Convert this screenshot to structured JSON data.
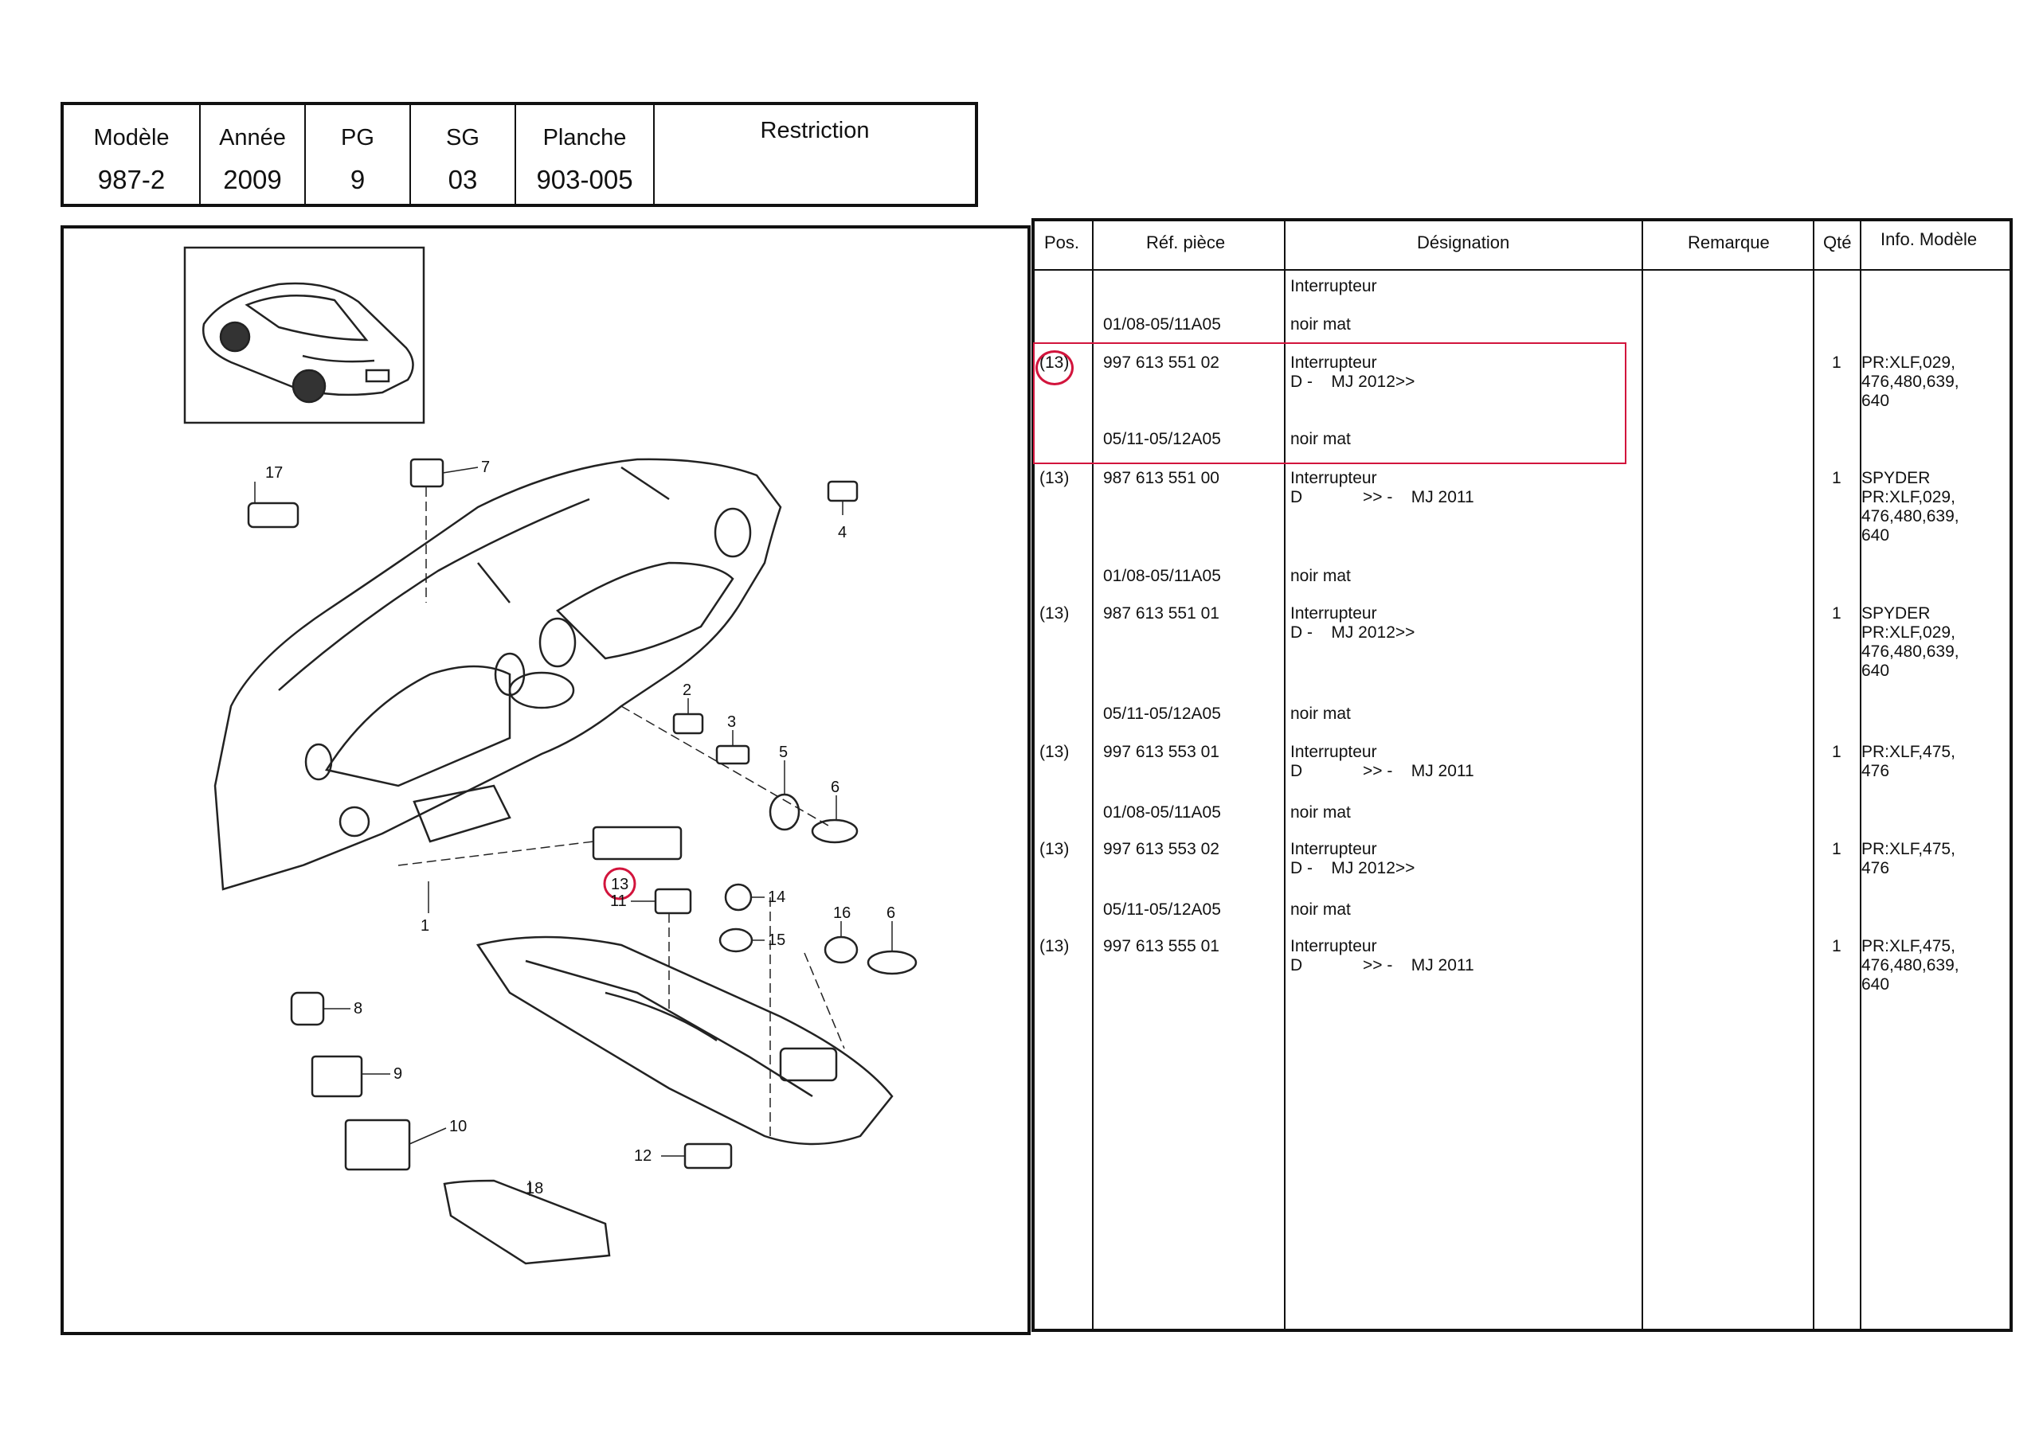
{
  "header": {
    "labels": [
      "Modèle",
      "Année",
      "PG",
      "SG",
      "Planche",
      "Restriction"
    ],
    "values": [
      "987-2",
      "2009",
      "9",
      "03",
      "903-005",
      ""
    ]
  },
  "columns": [
    "Pos.",
    "Réf. pièce",
    "Désignation",
    "Remarque",
    "Qté",
    "Info. Modèle"
  ],
  "rows": [
    {
      "pos": "",
      "ref": "",
      "des": "Interrupteur",
      "qty": "",
      "info": ""
    },
    {
      "pos": "",
      "ref": "01/08-05/11A05",
      "des": "noir mat",
      "qty": "",
      "info": ""
    },
    {
      "pos": "(13)",
      "ref": "997 613 551 02",
      "des": "Interrupteur\nD -    MJ 2012>>",
      "qty": "1",
      "info": "PR:XLF,029,\n476,480,639,\n640"
    },
    {
      "pos": "",
      "ref": "05/11-05/12A05",
      "des": "noir mat",
      "qty": "",
      "info": ""
    },
    {
      "pos": "(13)",
      "ref": "987 613 551 00",
      "des": "Interrupteur\nD             >> -    MJ 2011",
      "qty": "1",
      "info": "SPYDER\nPR:XLF,029,\n476,480,639,\n640"
    },
    {
      "pos": "",
      "ref": "01/08-05/11A05",
      "des": "noir mat",
      "qty": "",
      "info": ""
    },
    {
      "pos": "(13)",
      "ref": "987 613 551 01",
      "des": "Interrupteur\nD -    MJ 2012>>",
      "qty": "1",
      "info": "SPYDER\nPR:XLF,029,\n476,480,639,\n640"
    },
    {
      "pos": "",
      "ref": "05/11-05/12A05",
      "des": "noir mat",
      "qty": "",
      "info": ""
    },
    {
      "pos": "(13)",
      "ref": "997 613 553 01",
      "des": "Interrupteur\nD             >> -    MJ 2011",
      "qty": "1",
      "info": "PR:XLF,475,\n476"
    },
    {
      "pos": "",
      "ref": "01/08-05/11A05",
      "des": "noir mat",
      "qty": "",
      "info": ""
    },
    {
      "pos": "(13)",
      "ref": "997 613 553 02",
      "des": "Interrupteur\nD -    MJ 2012>>",
      "qty": "1",
      "info": "PR:XLF,475,\n476"
    },
    {
      "pos": "",
      "ref": "05/11-05/12A05",
      "des": "noir mat",
      "qty": "",
      "info": ""
    },
    {
      "pos": "(13)",
      "ref": "997 613 555 01",
      "des": "Interrupteur\nD             >> -    MJ 2011",
      "qty": "1",
      "info": "PR:XLF,475,\n476,480,639,\n640"
    }
  ],
  "callouts": [
    "1",
    "2",
    "3",
    "4",
    "5",
    "6",
    "6",
    "7",
    "8",
    "9",
    "10",
    "11",
    "12",
    "13",
    "14",
    "15",
    "16",
    "17",
    "18"
  ],
  "colors": {
    "highlight": "#d2143c",
    "ink": "#111111"
  }
}
